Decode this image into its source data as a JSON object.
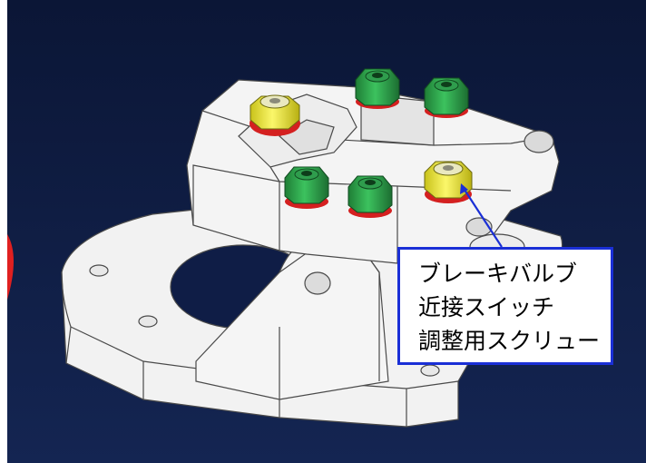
{
  "viewport": {
    "background_color": "#0d1a3d",
    "model": "brake-valve-bracket-assembly"
  },
  "callout": {
    "lines": [
      "ブレーキバルブ",
      "近接スイッチ",
      "調整用スクリュー"
    ],
    "border_color": "#1a2fd6"
  },
  "colors": {
    "part_body": "#f2f2f2",
    "part_edge": "#4a4a4a",
    "nut_green": "#27a64a",
    "nut_yellow": "#f2ee2a",
    "washer_red": "#d42020",
    "left_edge_marker": "#e02020"
  }
}
